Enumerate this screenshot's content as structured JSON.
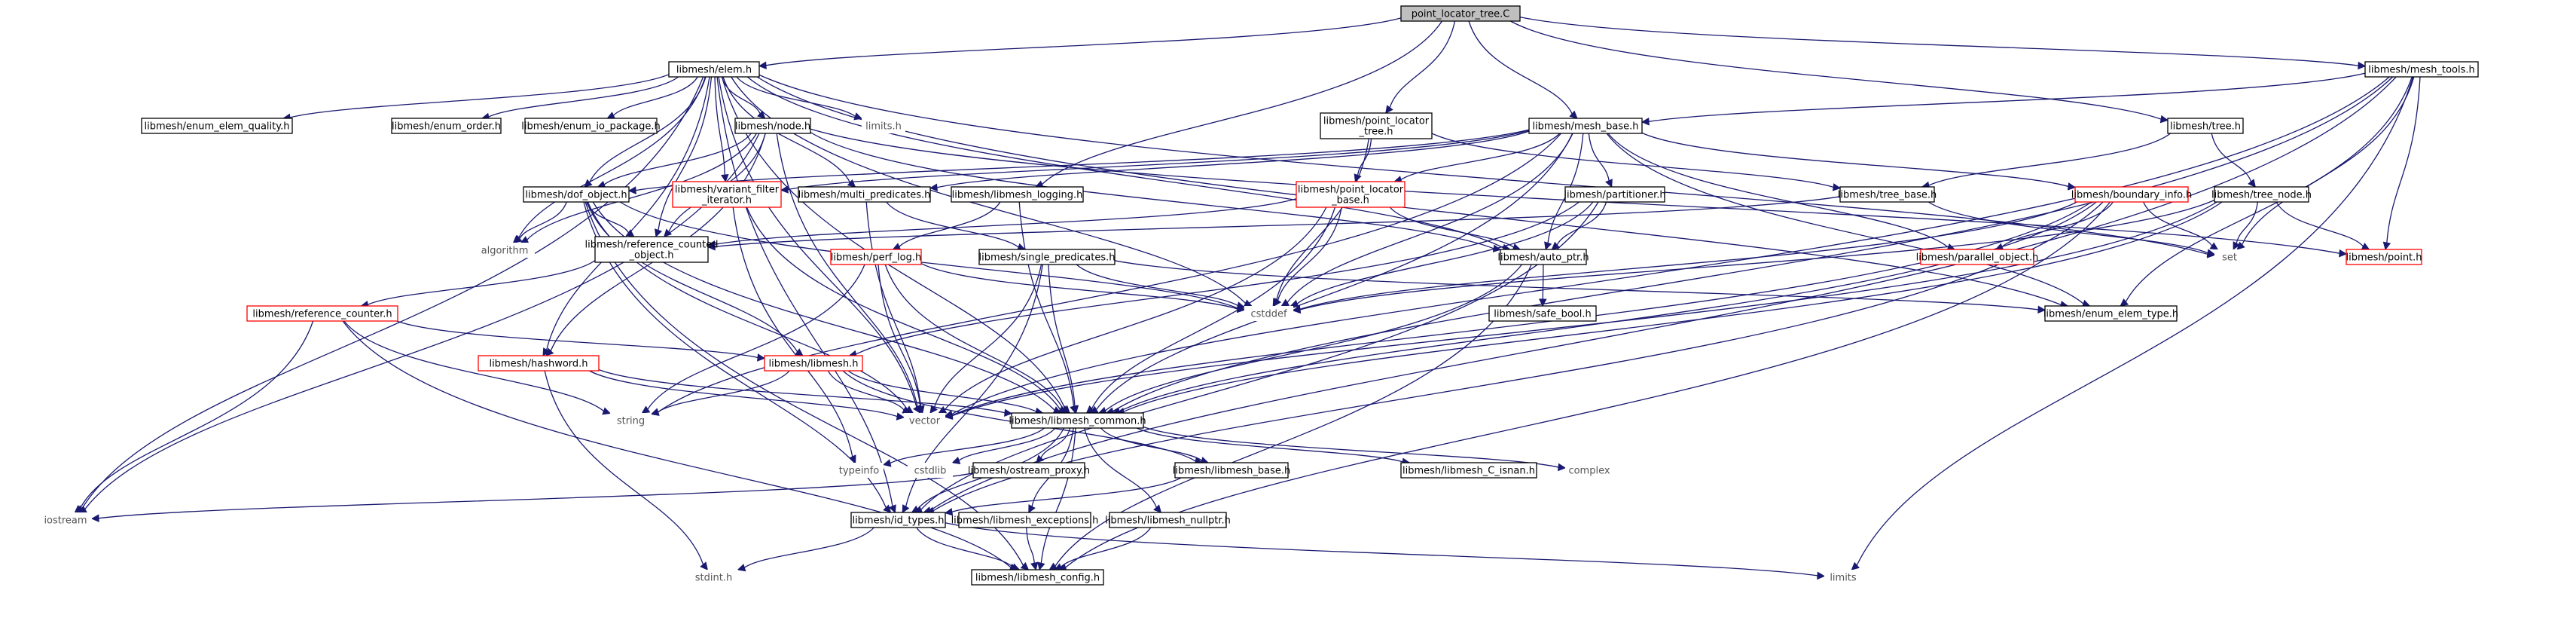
{
  "graph": {
    "title": "point_locator_tree.C",
    "colors": {
      "edge": "#191970",
      "border_normal": "#000000",
      "border_red": "#ff0000",
      "root_fill": "#bfbfbf",
      "node_fill": "#ffffff",
      "plain_text": "#555555"
    },
    "nodes": [
      {
        "id": "root",
        "lines": [
          "point_locator_tree.C"
        ],
        "style": "root"
      },
      {
        "id": "elem",
        "lines": [
          "libmesh/elem.h"
        ],
        "style": "normal"
      },
      {
        "id": "mesh_tools",
        "lines": [
          "libmesh/mesh_tools.h"
        ],
        "style": "normal"
      },
      {
        "id": "enum_elem_quality",
        "lines": [
          "libmesh/enum_elem_quality.h"
        ],
        "style": "normal"
      },
      {
        "id": "enum_order",
        "lines": [
          "libmesh/enum_order.h"
        ],
        "style": "normal"
      },
      {
        "id": "enum_io_package",
        "lines": [
          "libmesh/enum_io_package.h"
        ],
        "style": "normal"
      },
      {
        "id": "node",
        "lines": [
          "libmesh/node.h"
        ],
        "style": "normal"
      },
      {
        "id": "limits_h",
        "lines": [
          "limits.h"
        ],
        "style": "plain"
      },
      {
        "id": "point_locator_tree",
        "lines": [
          "libmesh/point_locator",
          "_tree.h"
        ],
        "style": "normal"
      },
      {
        "id": "mesh_base",
        "lines": [
          "libmesh/mesh_base.h"
        ],
        "style": "normal"
      },
      {
        "id": "tree",
        "lines": [
          "libmesh/tree.h"
        ],
        "style": "normal"
      },
      {
        "id": "dof_object",
        "lines": [
          "libmesh/dof_object.h"
        ],
        "style": "normal"
      },
      {
        "id": "variant_filter_iterator",
        "lines": [
          "libmesh/variant_filter",
          "_iterator.h"
        ],
        "style": "red"
      },
      {
        "id": "multi_predicates",
        "lines": [
          "libmesh/multi_predicates.h"
        ],
        "style": "normal"
      },
      {
        "id": "libmesh_logging",
        "lines": [
          "libmesh/libmesh_logging.h"
        ],
        "style": "normal"
      },
      {
        "id": "point_locator_base",
        "lines": [
          "libmesh/point_locator",
          "_base.h"
        ],
        "style": "red"
      },
      {
        "id": "partitioner",
        "lines": [
          "libmesh/partitioner.h"
        ],
        "style": "normal"
      },
      {
        "id": "tree_base",
        "lines": [
          "libmesh/tree_base.h"
        ],
        "style": "normal"
      },
      {
        "id": "boundary_info",
        "lines": [
          "libmesh/boundary_info.h"
        ],
        "style": "red"
      },
      {
        "id": "tree_node",
        "lines": [
          "libmesh/tree_node.h"
        ],
        "style": "normal"
      },
      {
        "id": "algorithm",
        "lines": [
          "algorithm"
        ],
        "style": "plain"
      },
      {
        "id": "reference_counted_object",
        "lines": [
          "libmesh/reference_counted",
          "_object.h"
        ],
        "style": "normal"
      },
      {
        "id": "perf_log",
        "lines": [
          "libmesh/perf_log.h"
        ],
        "style": "red"
      },
      {
        "id": "single_predicates",
        "lines": [
          "libmesh/single_predicates.h"
        ],
        "style": "normal"
      },
      {
        "id": "auto_ptr",
        "lines": [
          "libmesh/auto_ptr.h"
        ],
        "style": "normal"
      },
      {
        "id": "parallel_object",
        "lines": [
          "libmesh/parallel_object.h"
        ],
        "style": "red"
      },
      {
        "id": "set",
        "lines": [
          "set"
        ],
        "style": "plain"
      },
      {
        "id": "point",
        "lines": [
          "libmesh/point.h"
        ],
        "style": "red"
      },
      {
        "id": "cstddef",
        "lines": [
          "cstddef"
        ],
        "style": "plain"
      },
      {
        "id": "safe_bool",
        "lines": [
          "libmesh/safe_bool.h"
        ],
        "style": "normal"
      },
      {
        "id": "enum_elem_type",
        "lines": [
          "libmesh/enum_elem_type.h"
        ],
        "style": "normal"
      },
      {
        "id": "reference_counter",
        "lines": [
          "libmesh/reference_counter.h"
        ],
        "style": "red"
      },
      {
        "id": "hashword",
        "lines": [
          "libmesh/hashword.h"
        ],
        "style": "red"
      },
      {
        "id": "libmesh",
        "lines": [
          "libmesh/libmesh.h"
        ],
        "style": "red"
      },
      {
        "id": "string",
        "lines": [
          "string"
        ],
        "style": "plain"
      },
      {
        "id": "vector",
        "lines": [
          "vector"
        ],
        "style": "plain"
      },
      {
        "id": "libmesh_common",
        "lines": [
          "libmesh/libmesh_common.h"
        ],
        "style": "normal"
      },
      {
        "id": "typeinfo",
        "lines": [
          "typeinfo"
        ],
        "style": "plain"
      },
      {
        "id": "cstdlib",
        "lines": [
          "cstdlib"
        ],
        "style": "plain"
      },
      {
        "id": "ostream_proxy",
        "lines": [
          "libmesh/ostream_proxy.h"
        ],
        "style": "normal"
      },
      {
        "id": "libmesh_base",
        "lines": [
          "libmesh/libmesh_base.h"
        ],
        "style": "normal"
      },
      {
        "id": "c_isnan",
        "lines": [
          "libmesh/libmesh_C_isnan.h"
        ],
        "style": "normal"
      },
      {
        "id": "complex",
        "lines": [
          "complex"
        ],
        "style": "plain"
      },
      {
        "id": "iostream",
        "lines": [
          "iostream"
        ],
        "style": "plain"
      },
      {
        "id": "id_types",
        "lines": [
          "libmesh/id_types.h"
        ],
        "style": "normal"
      },
      {
        "id": "libmesh_exceptions",
        "lines": [
          "libmesh/libmesh_exceptions.h"
        ],
        "style": "normal"
      },
      {
        "id": "libmesh_nullptr",
        "lines": [
          "libmesh/libmesh_nullptr.h"
        ],
        "style": "normal"
      },
      {
        "id": "limits",
        "lines": [
          "limits"
        ],
        "style": "plain"
      },
      {
        "id": "stdint",
        "lines": [
          "stdint.h"
        ],
        "style": "plain"
      },
      {
        "id": "libmesh_config",
        "lines": [
          "libmesh/libmesh_config.h"
        ],
        "style": "normal"
      }
    ],
    "edges": [
      [
        "root",
        "elem"
      ],
      [
        "root",
        "point_locator_tree"
      ],
      [
        "root",
        "mesh_base"
      ],
      [
        "root",
        "libmesh_logging"
      ],
      [
        "root",
        "tree"
      ],
      [
        "root",
        "mesh_tools"
      ],
      [
        "elem",
        "enum_elem_quality"
      ],
      [
        "elem",
        "enum_order"
      ],
      [
        "elem",
        "enum_io_package"
      ],
      [
        "elem",
        "node"
      ],
      [
        "elem",
        "limits_h"
      ],
      [
        "elem",
        "dof_object"
      ],
      [
        "elem",
        "variant_filter_iterator"
      ],
      [
        "elem",
        "multi_predicates"
      ],
      [
        "elem",
        "reference_counted_object"
      ],
      [
        "elem",
        "auto_ptr"
      ],
      [
        "elem",
        "cstddef"
      ],
      [
        "elem",
        "set"
      ],
      [
        "elem",
        "enum_elem_type"
      ],
      [
        "elem",
        "vector"
      ],
      [
        "elem",
        "libmesh_common"
      ],
      [
        "elem",
        "id_types"
      ],
      [
        "elem",
        "iostream"
      ],
      [
        "elem",
        "algorithm"
      ],
      [
        "elem",
        "hashword"
      ],
      [
        "node",
        "dof_object"
      ],
      [
        "node",
        "reference_counted_object"
      ],
      [
        "node",
        "auto_ptr"
      ],
      [
        "node",
        "point"
      ],
      [
        "node",
        "vector"
      ],
      [
        "node",
        "iostream"
      ],
      [
        "node",
        "algorithm"
      ],
      [
        "node",
        "hashword"
      ],
      [
        "point_locator_tree",
        "point_locator_base"
      ],
      [
        "point_locator_tree",
        "tree_base"
      ],
      [
        "point_locator_tree",
        "cstddef"
      ],
      [
        "mesh_base",
        "dof_object"
      ],
      [
        "mesh_base",
        "variant_filter_iterator"
      ],
      [
        "mesh_base",
        "multi_predicates"
      ],
      [
        "mesh_base",
        "point_locator_base"
      ],
      [
        "mesh_base",
        "partitioner"
      ],
      [
        "mesh_base",
        "boundary_info"
      ],
      [
        "mesh_base",
        "auto_ptr"
      ],
      [
        "mesh_base",
        "cstddef"
      ],
      [
        "mesh_base",
        "parallel_object"
      ],
      [
        "mesh_base",
        "enum_elem_type"
      ],
      [
        "mesh_base",
        "libmesh_common"
      ],
      [
        "mesh_base",
        "string"
      ],
      [
        "tree",
        "tree_node"
      ],
      [
        "tree",
        "tree_base"
      ],
      [
        "mesh_tools",
        "mesh_base"
      ],
      [
        "mesh_tools",
        "set"
      ],
      [
        "mesh_tools",
        "point"
      ],
      [
        "mesh_tools",
        "enum_elem_type"
      ],
      [
        "mesh_tools",
        "vector"
      ],
      [
        "mesh_tools",
        "libmesh_common"
      ],
      [
        "mesh_tools",
        "limits"
      ],
      [
        "mesh_tools",
        "id_types"
      ],
      [
        "dof_object",
        "reference_counted_object"
      ],
      [
        "dof_object",
        "libmesh_common"
      ],
      [
        "dof_object",
        "id_types"
      ],
      [
        "dof_object",
        "libmesh"
      ],
      [
        "dof_object",
        "vector"
      ],
      [
        "dof_object",
        "algorithm"
      ],
      [
        "dof_object",
        "libmesh_config"
      ],
      [
        "dof_object",
        "cstddef"
      ],
      [
        "variant_filter_iterator",
        "libmesh_common"
      ],
      [
        "variant_filter_iterator",
        "typeinfo"
      ],
      [
        "multi_predicates",
        "single_predicates"
      ],
      [
        "multi_predicates",
        "vector"
      ],
      [
        "libmesh_logging",
        "libmesh_common"
      ],
      [
        "libmesh_logging",
        "perf_log"
      ],
      [
        "point_locator_base",
        "reference_counted_object"
      ],
      [
        "point_locator_base",
        "libmesh_common"
      ],
      [
        "point_locator_base",
        "auto_ptr"
      ],
      [
        "point_locator_base",
        "cstddef"
      ],
      [
        "point_locator_base",
        "vector"
      ],
      [
        "partitioner",
        "auto_ptr"
      ],
      [
        "partitioner",
        "id_types"
      ],
      [
        "partitioner",
        "cstddef"
      ],
      [
        "partitioner",
        "libmesh"
      ],
      [
        "tree_base",
        "reference_counted_object"
      ],
      [
        "tree_base",
        "set"
      ],
      [
        "boundary_info",
        "libmesh_common"
      ],
      [
        "boundary_info",
        "id_types"
      ],
      [
        "boundary_info",
        "parallel_object"
      ],
      [
        "boundary_info",
        "set"
      ],
      [
        "boundary_info",
        "vector"
      ],
      [
        "boundary_info",
        "cstddef"
      ],
      [
        "boundary_info",
        "libmesh_config"
      ],
      [
        "tree_node",
        "set"
      ],
      [
        "tree_node",
        "point"
      ],
      [
        "tree_node",
        "vector"
      ],
      [
        "tree_node",
        "libmesh_common"
      ],
      [
        "tree_node",
        "cstddef"
      ],
      [
        "reference_counted_object",
        "reference_counter"
      ],
      [
        "perf_log",
        "libmesh_common"
      ],
      [
        "perf_log",
        "string"
      ],
      [
        "perf_log",
        "vector"
      ],
      [
        "perf_log",
        "cstddef"
      ],
      [
        "single_predicates",
        "libmesh_common"
      ],
      [
        "single_predicates",
        "enum_elem_type"
      ],
      [
        "single_predicates",
        "vector"
      ],
      [
        "single_predicates",
        "id_types"
      ],
      [
        "single_predicates",
        "cstddef"
      ],
      [
        "auto_ptr",
        "safe_bool"
      ],
      [
        "auto_ptr",
        "libmesh_common"
      ],
      [
        "auto_ptr",
        "libmesh_config"
      ],
      [
        "reference_counter",
        "libmesh"
      ],
      [
        "reference_counter",
        "string"
      ],
      [
        "reference_counter",
        "iostream"
      ],
      [
        "reference_counter",
        "libmesh_config"
      ],
      [
        "hashword",
        "libmesh_common"
      ],
      [
        "hashword",
        "vector"
      ],
      [
        "hashword",
        "stdint"
      ],
      [
        "libmesh",
        "libmesh_base"
      ],
      [
        "libmesh",
        "libmesh_common"
      ],
      [
        "libmesh",
        "string"
      ],
      [
        "libmesh",
        "vector"
      ],
      [
        "libmesh_common",
        "typeinfo"
      ],
      [
        "libmesh_common",
        "cstdlib"
      ],
      [
        "libmesh_common",
        "ostream_proxy"
      ],
      [
        "libmesh_common",
        "libmesh_base"
      ],
      [
        "libmesh_common",
        "c_isnan"
      ],
      [
        "libmesh_common",
        "complex"
      ],
      [
        "libmesh_common",
        "id_types"
      ],
      [
        "libmesh_common",
        "libmesh_exceptions"
      ],
      [
        "libmesh_common",
        "libmesh_nullptr"
      ],
      [
        "libmesh_common",
        "libmesh_config"
      ],
      [
        "ostream_proxy",
        "iostream"
      ],
      [
        "libmesh_base",
        "id_types"
      ],
      [
        "id_types",
        "limits"
      ],
      [
        "id_types",
        "stdint"
      ],
      [
        "id_types",
        "libmesh_config"
      ],
      [
        "libmesh_exceptions",
        "libmesh_config"
      ],
      [
        "libmesh_nullptr",
        "libmesh_config"
      ]
    ]
  }
}
